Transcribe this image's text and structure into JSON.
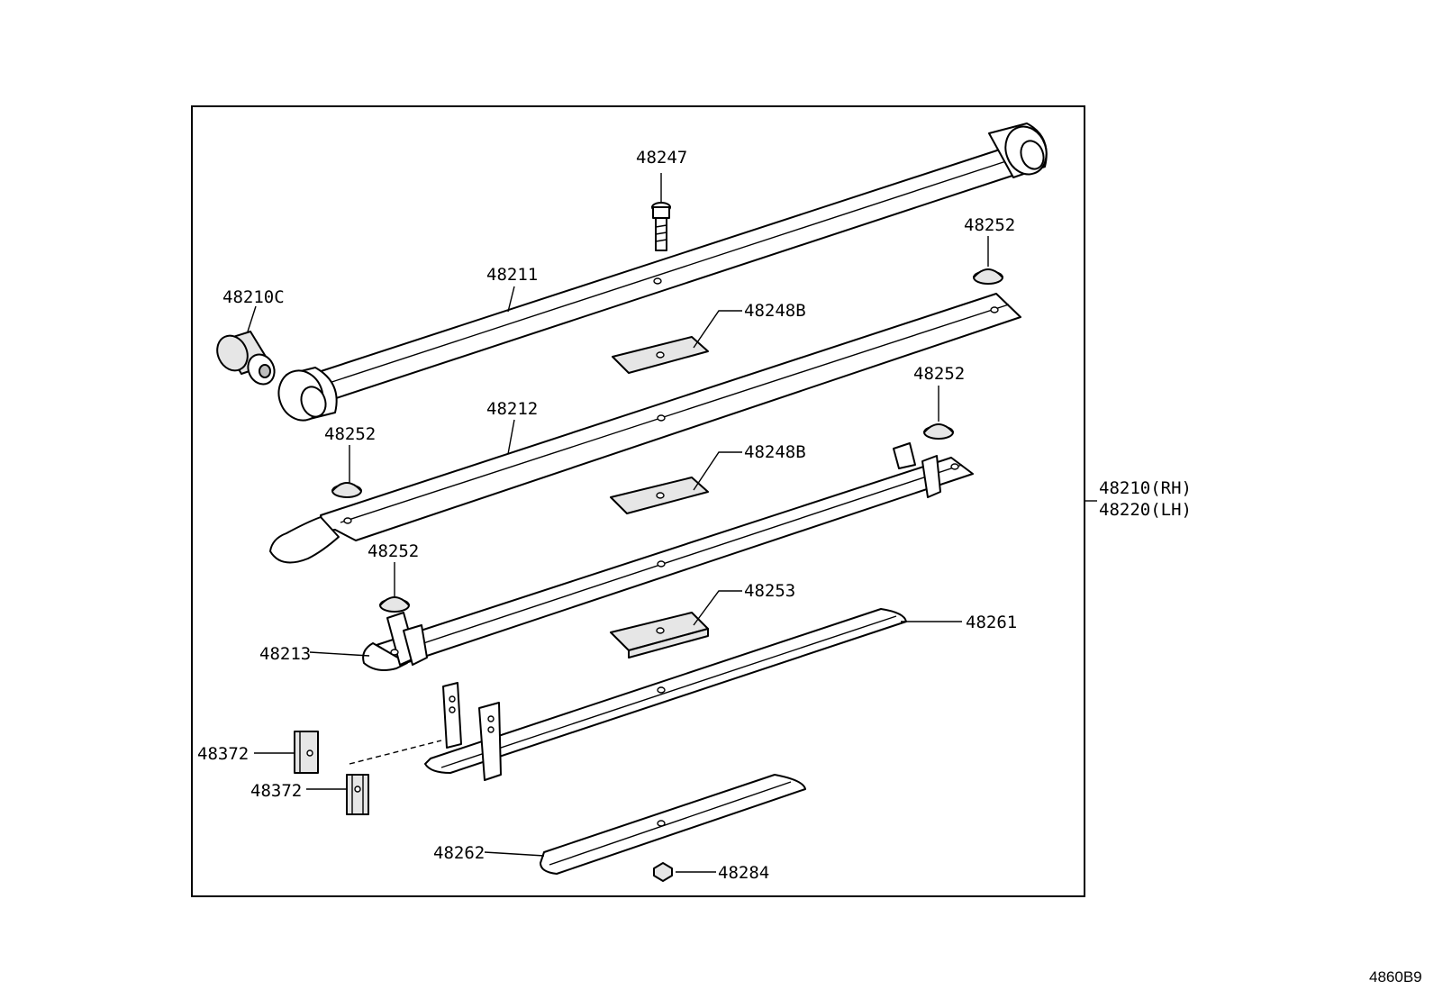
{
  "labels": {
    "p48247": "48247",
    "p48252_a": "48252",
    "p48211": "48211",
    "p48210c": "48210C",
    "p48248b_a": "48248B",
    "p48252_b": "48252",
    "p48212": "48212",
    "p48252_c": "48252",
    "p48248b_b": "48248B",
    "p48252_d": "48252",
    "p48253": "48253",
    "p48261": "48261",
    "p48213": "48213",
    "p48372_a": "48372",
    "p48372_b": "48372",
    "p48262": "48262",
    "p48284": "48284",
    "assy_rh": "48210(RH)",
    "assy_lh": "48220(LH)"
  },
  "diagram_code": "4860B9"
}
